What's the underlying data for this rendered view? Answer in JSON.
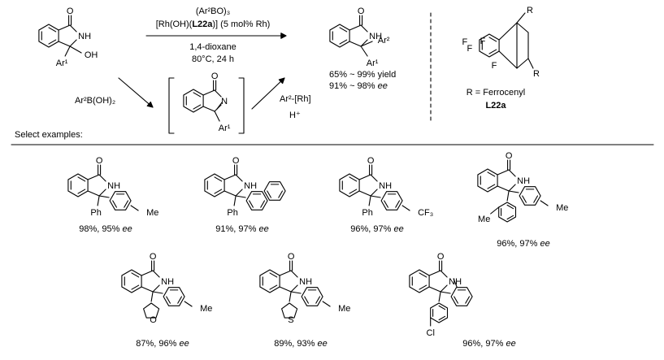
{
  "conditions": {
    "reagent_boroxine": "(Ar²BO)₃",
    "catalyst_pre": "[Rh(OH)(",
    "catalyst_ligand": "L22a",
    "catalyst_post": ")] (5 mol% Rh)",
    "solvent": "1,4-dioxane",
    "temp_time": "80°C, 24 h"
  },
  "outcome": {
    "yield": "65% ~ 99% yield",
    "ee_value": "91% ~ 98% ",
    "ee_unit": "ee"
  },
  "pathway": {
    "boronic_acid": "Ar²B(OH)₂",
    "rh_species": "Ar²-[Rh]",
    "proton": "H⁺"
  },
  "ligand": {
    "r_definition": "R = Ferrocenyl",
    "name": "L22a"
  },
  "section_label": "Select examples:",
  "atom_labels": {
    "O": "O",
    "NH": "NH",
    "N": "N",
    "OH": "OH",
    "F": "F",
    "R": "R",
    "Ar1": "Ar¹",
    "Ar2": "Ar²",
    "Ph": "Ph",
    "Me": "Me",
    "CF3": "CF₃",
    "S": "S",
    "Cl": "Cl"
  },
  "examples": [
    {
      "text": "98%, 95% ",
      "ee": "ee"
    },
    {
      "text": "91%, 97% ",
      "ee": "ee"
    },
    {
      "text": "96%, 97% ",
      "ee": "ee"
    },
    {
      "text": "96%, 97% ",
      "ee": "ee"
    },
    {
      "text": "87%, 96% ",
      "ee": "ee"
    },
    {
      "text": "89%, 93% ",
      "ee": "ee"
    },
    {
      "text": "96%, 97% ",
      "ee": "ee"
    }
  ]
}
